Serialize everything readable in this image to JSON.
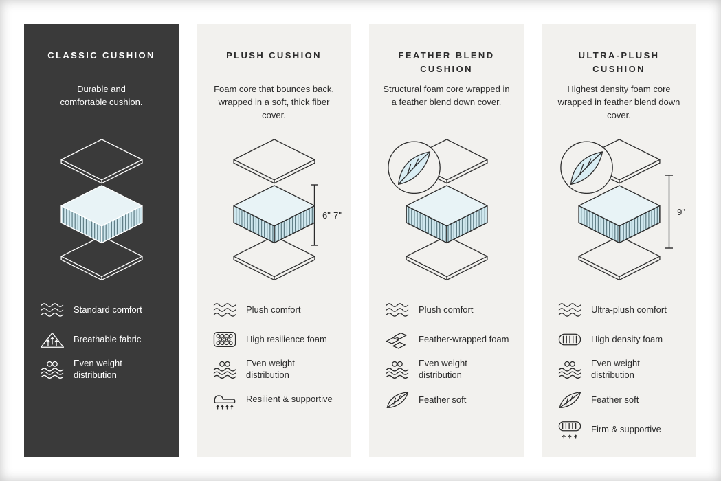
{
  "infographic": {
    "columns": [
      {
        "title": "CLASSIC CUSHION",
        "description": "Durable and comfortable cushion.",
        "measurement": "",
        "features": [
          {
            "icon": "waves-icon",
            "label": "Standard comfort"
          },
          {
            "icon": "breathable-icon",
            "label": "Breathable fabric"
          },
          {
            "icon": "even-weight-icon",
            "label": "Even weight distribution"
          }
        ]
      },
      {
        "title": "PLUSH CUSHION",
        "description": "Foam core that bounces back, wrapped in a soft, thick fiber cover.",
        "measurement": "6\"-7\"",
        "features": [
          {
            "icon": "waves-icon",
            "label": "Plush comfort"
          },
          {
            "icon": "foam-cells-icon",
            "label": "High resilience foam"
          },
          {
            "icon": "even-weight-icon",
            "label": "Even weight distribution"
          },
          {
            "icon": "spring-support-icon",
            "label": "Resilient & supportive"
          }
        ]
      },
      {
        "title": "FEATHER BLEND CUSHION",
        "description": "Structural foam core wrapped in a feather blend down cover.",
        "measurement": "",
        "features": [
          {
            "icon": "waves-icon",
            "label": "Plush comfort"
          },
          {
            "icon": "feather-foam-icon",
            "label": "Feather-wrapped foam"
          },
          {
            "icon": "even-weight-icon",
            "label": "Even weight distribution"
          },
          {
            "icon": "feather-icon",
            "label": "Feather soft"
          }
        ]
      },
      {
        "title": "ULTRA-PLUSH CUSHION",
        "description": "Highest density foam core wrapped in feather blend down cover.",
        "measurement": "9\"",
        "features": [
          {
            "icon": "waves-icon",
            "label": "Ultra-plush comfort"
          },
          {
            "icon": "density-foam-icon",
            "label": "High density foam"
          },
          {
            "icon": "even-weight-icon",
            "label": "Even weight distribution"
          },
          {
            "icon": "feather-icon",
            "label": "Feather soft"
          },
          {
            "icon": "firm-support-icon",
            "label": "Firm & supportive"
          }
        ]
      }
    ],
    "colors": {
      "dark_panel": "#3a3a3a",
      "light_panel": "#f2f1ee",
      "foam_fill": "#cfe7ee",
      "foam_top": "#e8f3f6",
      "text_dark": "#2b2b2b",
      "text_light": "#ffffff"
    }
  }
}
